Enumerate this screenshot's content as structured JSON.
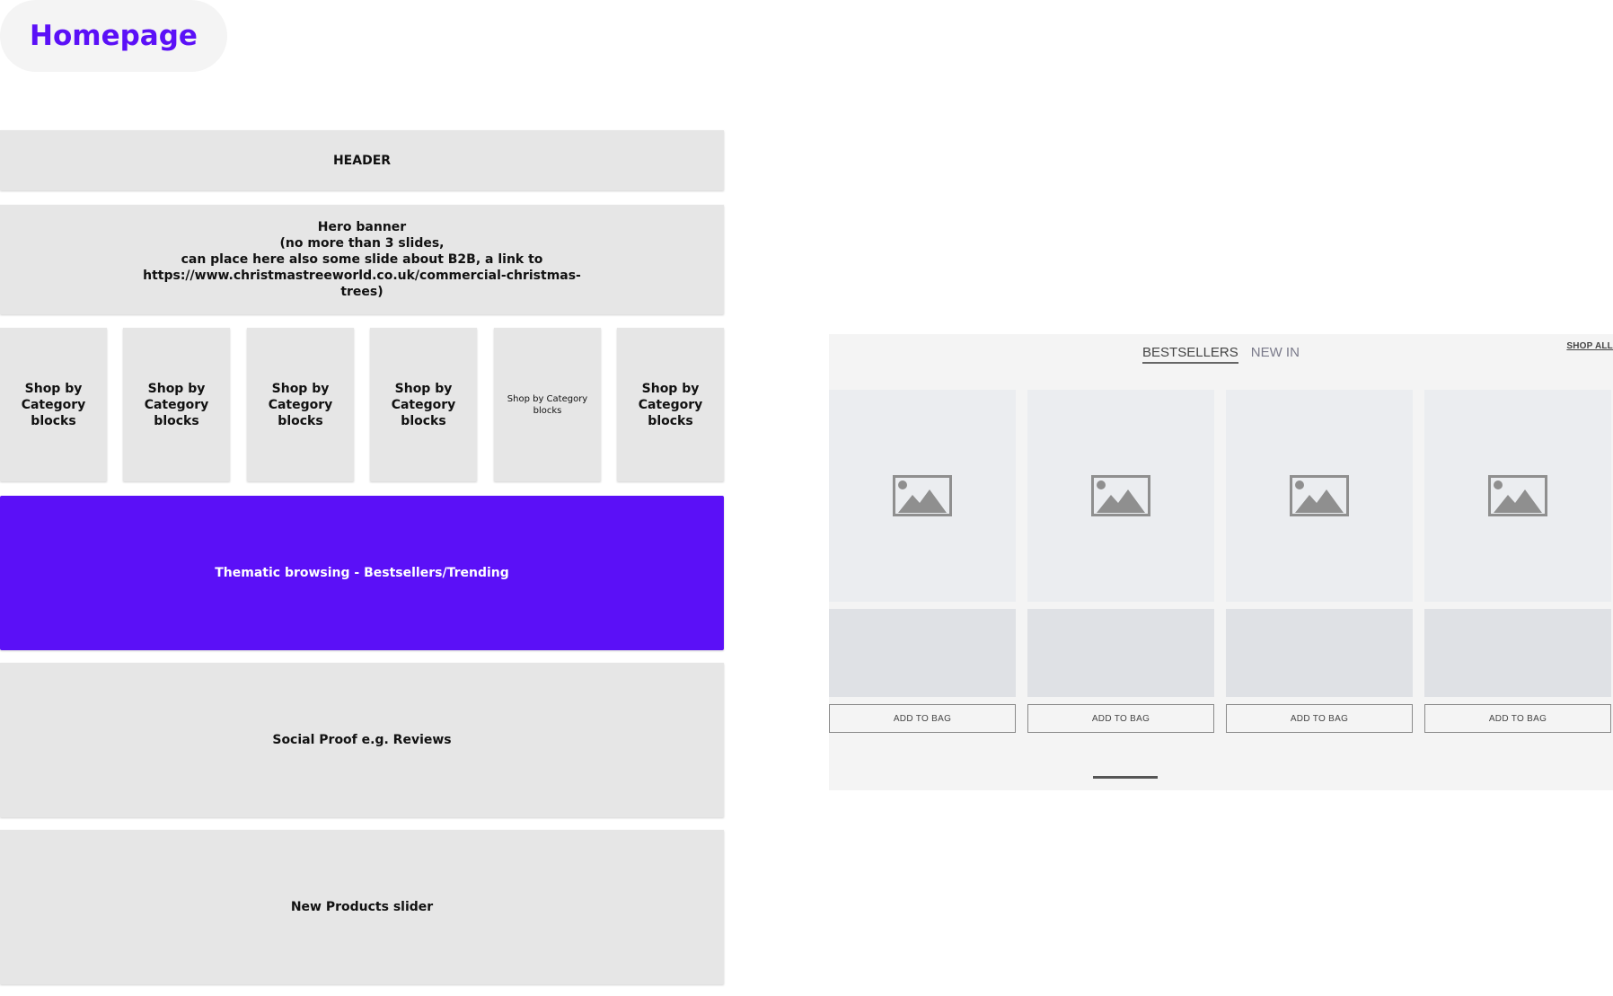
{
  "page_title": "Homepage",
  "wireframe": {
    "header": "HEADER",
    "hero": {
      "line1": "Hero banner",
      "line2": "(no more than 3 slides,",
      "line3": "can place here also some slide about B2B, a link to https://www.christmastreeworld.co.uk/commercial-christmas-",
      "line4": "trees)"
    },
    "category_blocks": [
      "Shop by Category blocks",
      "Shop by Category blocks",
      "Shop by Category blocks",
      "Shop by Category blocks",
      "Shop by Category blocks",
      "Shop by Category blocks"
    ],
    "thematic": "Thematic browsing - Bestsellers/Trending",
    "social_proof": "Social Proof e.g. Reviews",
    "new_products": "New Products slider"
  },
  "shop_panel": {
    "tabs": [
      {
        "label": "BESTSELLERS",
        "active": true
      },
      {
        "label": "NEW IN",
        "active": false
      }
    ],
    "shop_all": "SHOP ALL",
    "products": [
      {
        "button_label": "ADD TO BAG",
        "image_icon": "image-placeholder-icon"
      },
      {
        "button_label": "ADD TO BAG",
        "image_icon": "image-placeholder-icon"
      },
      {
        "button_label": "ADD TO BAG",
        "image_icon": "image-placeholder-icon"
      },
      {
        "button_label": "ADD TO BAG",
        "image_icon": "image-placeholder-icon"
      }
    ]
  },
  "colors": {
    "accent": "#5b10f7",
    "block_grey": "#e6e6e6",
    "panel_bg": "#f4f4f4"
  }
}
